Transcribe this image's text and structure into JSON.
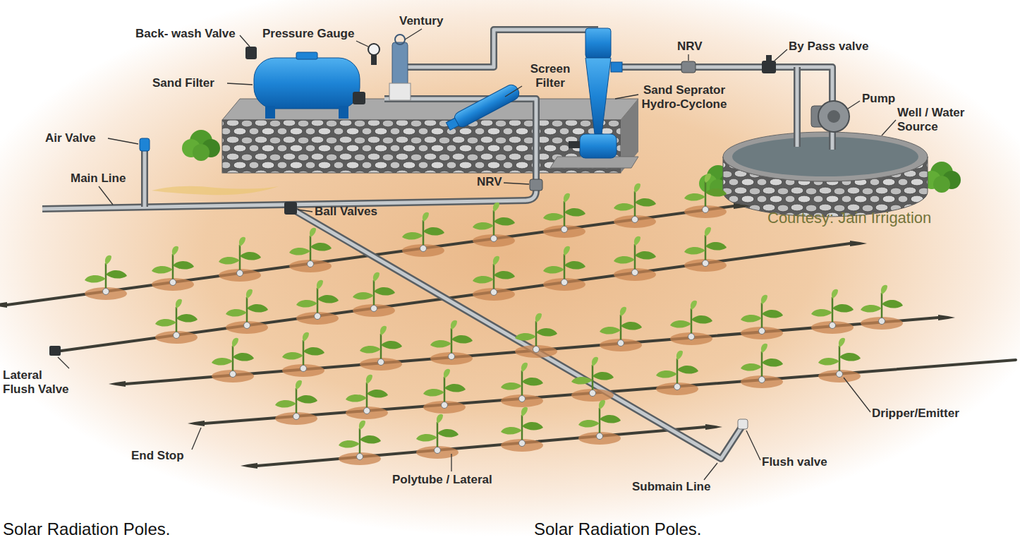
{
  "diagram": {
    "labels": [
      "Back- wash Valve",
      "Pressure Gauge",
      "Ventury",
      "Sand Filter",
      "Screen Filter",
      "Sand Seprator Hydro-Cyclone",
      "NRV",
      "By Pass valve",
      "Pump",
      "Well / Water Source",
      "Air Valve",
      "Main Line",
      "NRV",
      "Ball Valves",
      "Courtesy: Jain Irrigation",
      "Lateral Flush Valve",
      "Dripper/Emitter",
      "End Stop",
      "Polytube / Lateral",
      "Submain Line",
      "Flush valve",
      "Solar Radiation Poles.",
      "Solar Radiation Poles."
    ]
  }
}
